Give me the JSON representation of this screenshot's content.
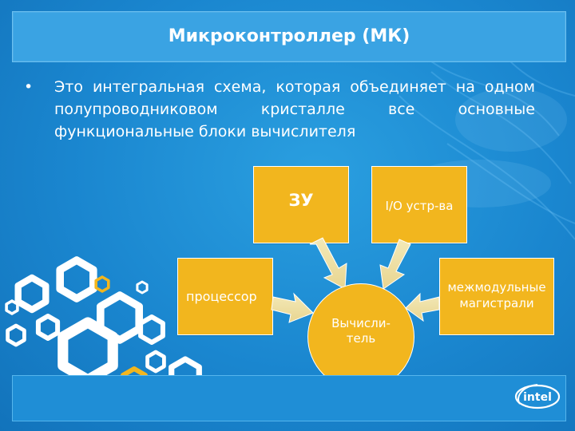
{
  "title": "Микроконтроллер (МК)",
  "bullet": {
    "marker": "•",
    "text": "Это интегральная схема, которая объединяет на одном полупроводниковом кристалле все основные функциональные блоки вычислителя"
  },
  "diagram": {
    "memory_label": "ЗУ",
    "io_label": "I/O устр-ва",
    "processor_label": "процессор",
    "bus_label_line1": "межмодульные",
    "bus_label_line2": "магистрали",
    "calculator_line1": "Вычисли-",
    "calculator_line2": "тель"
  },
  "logo": {
    "text": "intel"
  },
  "colors": {
    "background": "#1a86cf",
    "block_fill": "#f2b61e",
    "title_bar": "#3aa3e3",
    "hex_outline": "#ffffff",
    "hex_accent": "#f2b61e"
  }
}
